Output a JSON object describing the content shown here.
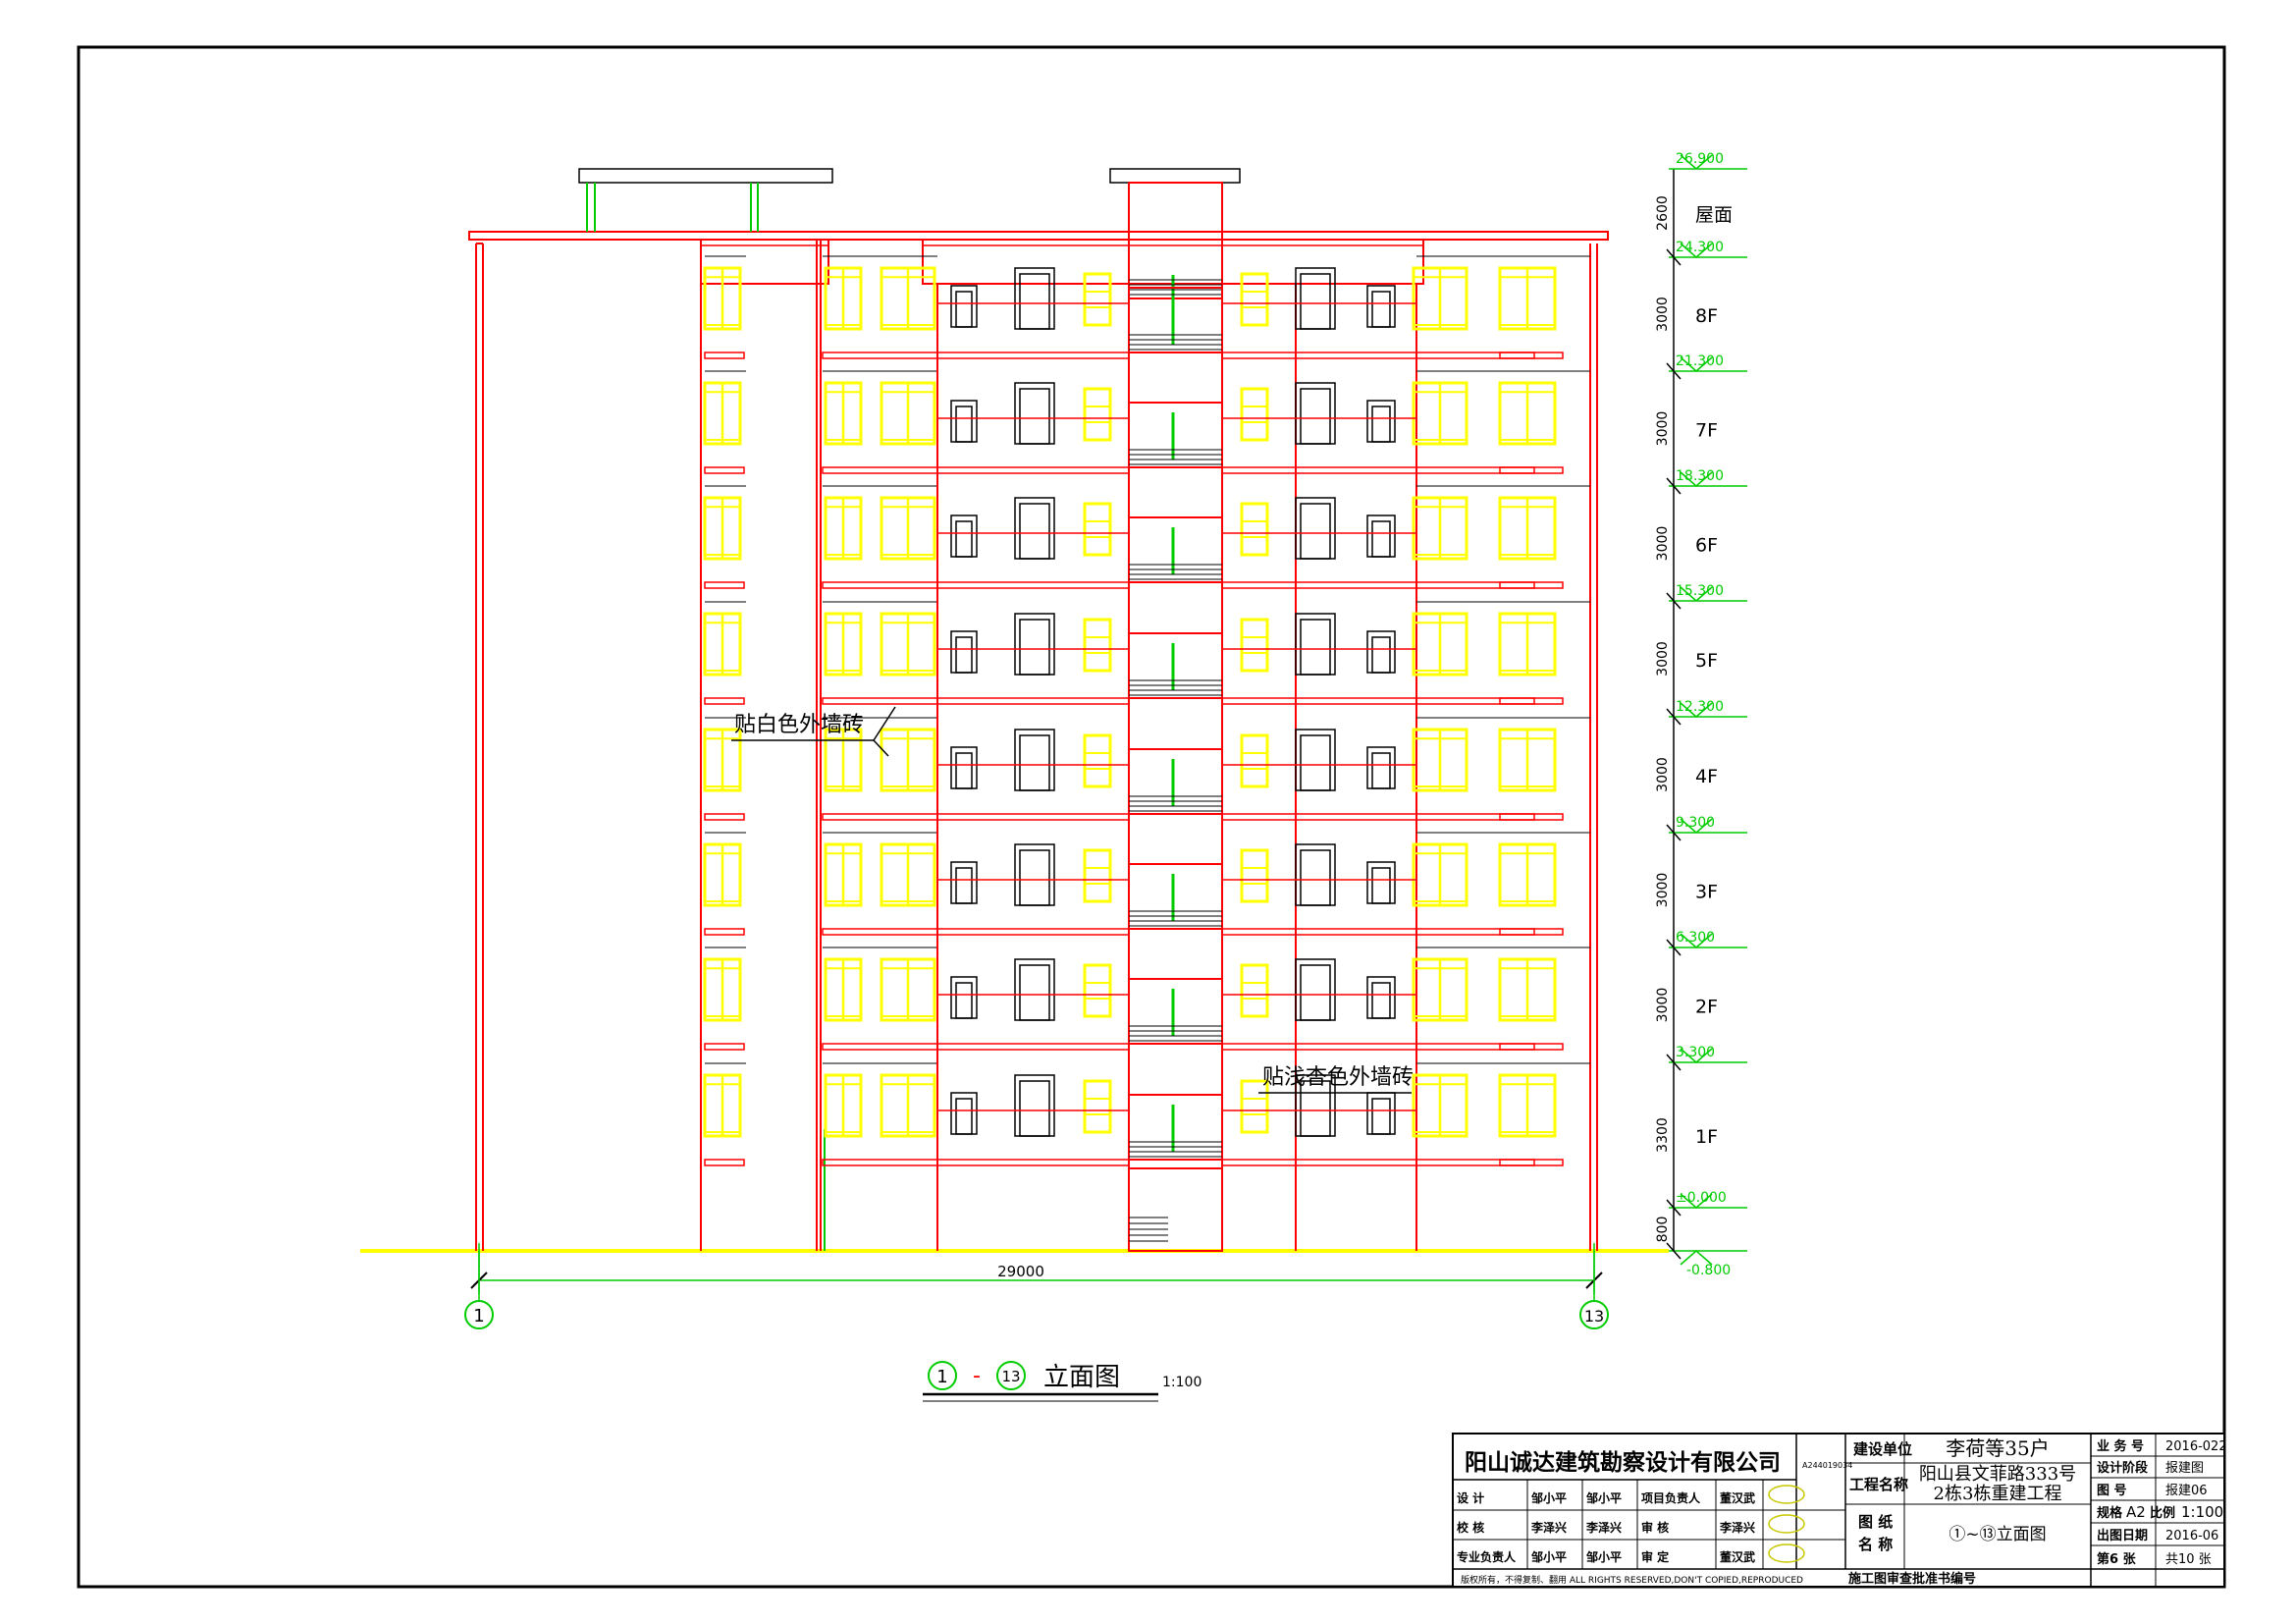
{
  "colors": {
    "wall": "#ff0000",
    "window": "#ffff00",
    "green": "#00cc00",
    "line": "#000000",
    "frame": "#000000"
  },
  "levels": [
    {
      "value": "26.900"
    },
    {
      "value": "24.300",
      "name": "屋面",
      "dim": "2600"
    },
    {
      "value": "21.300",
      "name": "8F",
      "dim": "3000"
    },
    {
      "value": "18.300",
      "name": "7F",
      "dim": "3000"
    },
    {
      "value": "15.300",
      "name": "6F",
      "dim": "3000"
    },
    {
      "value": "12.300",
      "name": "5F",
      "dim": "3000"
    },
    {
      "value": "9.300",
      "name": "4F",
      "dim": "3000"
    },
    {
      "value": "6.300",
      "name": "3F",
      "dim": "3000"
    },
    {
      "value": "3.300",
      "name": "2F",
      "dim": "3000"
    },
    {
      "value": "±0.000",
      "name": "1F",
      "dim": "3300"
    },
    {
      "value": "-0.800",
      "dim": "800"
    }
  ],
  "overall_dim": "29000",
  "axes": {
    "left": "1",
    "right": "13"
  },
  "notes": {
    "white_tile": "贴白色外墙砖",
    "apricot_tile": "贴浅杏色外墙砖"
  },
  "drawing_title": {
    "axis_from": "1",
    "dash": "-",
    "axis_to": "13",
    "label": "立面图",
    "scale": "1:100"
  },
  "title_block": {
    "company": "阳山诚达建筑勘察设计有限公司",
    "cert_small": "A244019034",
    "client_label": "建设单位",
    "client": "李荷等35户",
    "project_label": "工程名称",
    "project_line1": "阳山县文菲路333号",
    "project_line2": "2栋3栋重建工程",
    "drawing_label1": "图  纸",
    "drawing_label2": "名  称",
    "drawing_name": "①~⑬立面图",
    "approval": "施工图审查批准书编号",
    "rights": "版权所有，不得复制、翻用 ALL RIGHTS RESERVED,DON'T COPIED,REPRODUCED",
    "roles": [
      {
        "role": "设    计",
        "name": "邹小平",
        "sign": "邹小平",
        "role2": "项目负责人",
        "name2": "董汉武"
      },
      {
        "role": "校    核",
        "name": "李泽兴",
        "sign": "李泽兴",
        "role2": "审    核",
        "name2": "李泽兴"
      },
      {
        "role": "专业负责人",
        "name": "邹小平",
        "sign": "邹小平",
        "role2": "审    定",
        "name2": "董汉武"
      }
    ],
    "right": [
      {
        "k": "业  务  号",
        "v": "2016-022"
      },
      {
        "k": "设计阶段",
        "v": "报建图"
      },
      {
        "k": "图    号",
        "v": "报建06"
      },
      {
        "k": "规格",
        "v": "A2",
        "k2": "比例",
        "v2": "1:100"
      },
      {
        "k": "出图日期",
        "v": "2016-06"
      },
      {
        "k": "第6  张",
        "v": "共10  张"
      }
    ]
  }
}
